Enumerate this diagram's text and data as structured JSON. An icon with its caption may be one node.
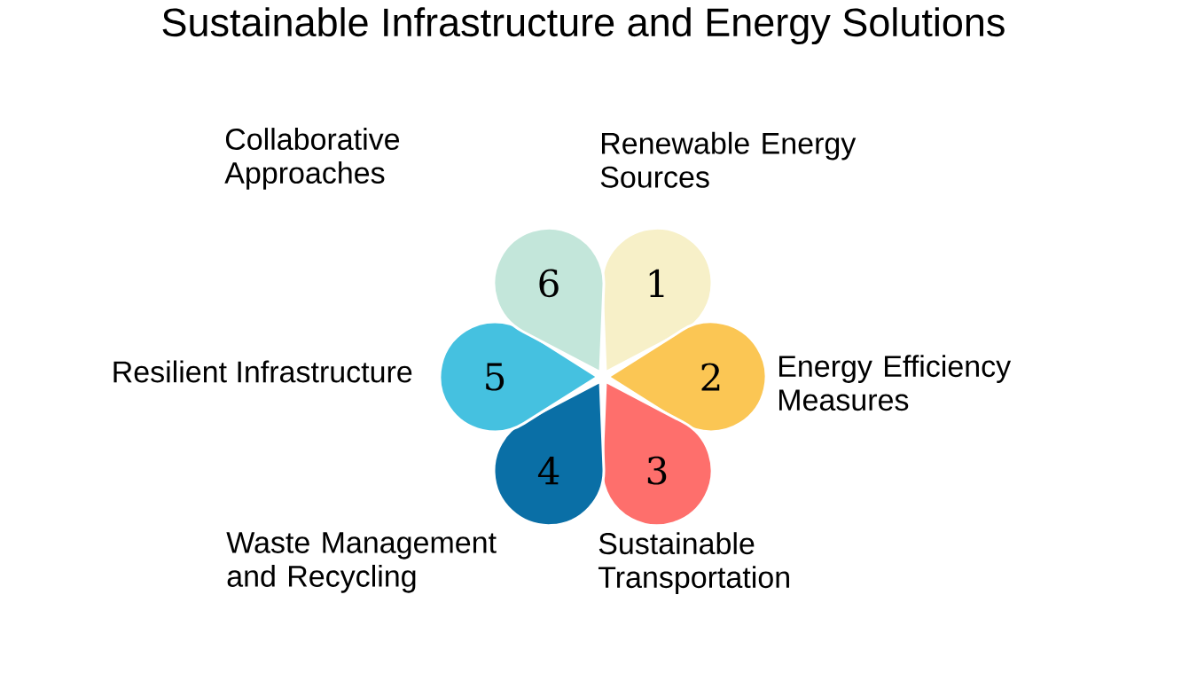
{
  "diagram": {
    "title": "Sustainable Infrastructure and Energy Solutions",
    "nodes": [
      {
        "text": [
          "1"
        ],
        "beside": [
          "Renewable Energy Sources"
        ]
      },
      {
        "text": [
          "2"
        ],
        "beside": [
          "Energy Efficiency Measures"
        ]
      },
      {
        "text": [
          "3"
        ],
        "beside": [
          "Sustainable Transportation"
        ]
      },
      {
        "text": [
          "4"
        ],
        "beside": [
          "Waste Management and Recycling"
        ]
      },
      {
        "text": [
          "5"
        ],
        "beside": [
          "Resilient Infrastructure"
        ]
      },
      {
        "text": [
          "6"
        ],
        "beside": [
          "Collaborative Approaches"
        ]
      }
    ]
  }
}
